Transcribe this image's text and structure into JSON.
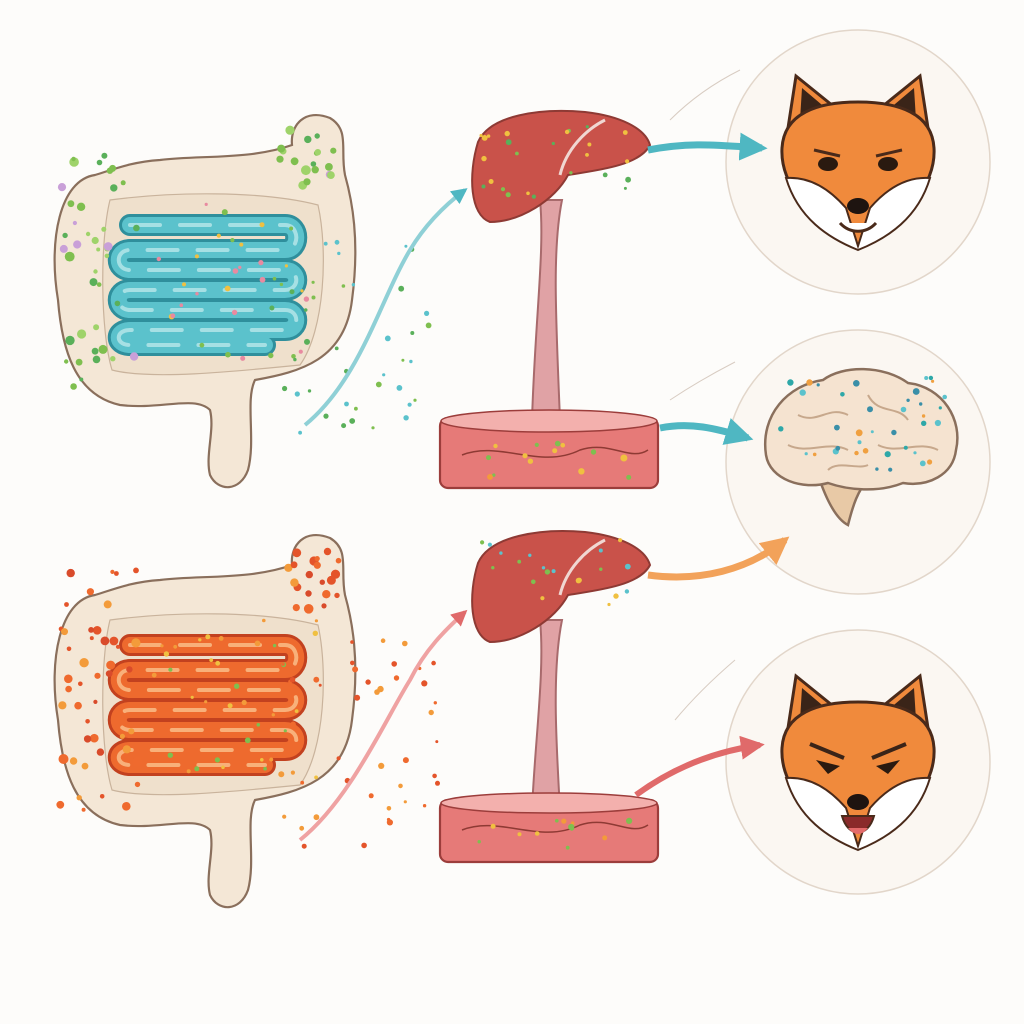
{
  "diagram": {
    "kind": "gut-liver-brain-axis illustration (textless)",
    "pathways": [
      {
        "id": "healthy",
        "gut_style": "calm",
        "microbe_palette": [
          "#7fbf4f",
          "#5ab05a",
          "#c9a0d8",
          "#9fd36a"
        ],
        "intestine_color": "#5bc2cc",
        "flow_color": "#58b8c4",
        "targets": [
          "calm-fox-face",
          "speckled-brain"
        ]
      },
      {
        "id": "inflamed",
        "gut_style": "inflamed",
        "microbe_palette": [
          "#ef6a2e",
          "#e4542a",
          "#f39b3a",
          "#d94b2b"
        ],
        "intestine_color": "#ee6a2e",
        "flow_color": "#e77a7a",
        "targets": [
          "speckled-brain",
          "aggressive-fox-face"
        ]
      }
    ],
    "colors": {
      "colon_fill": "#f4e7d6",
      "colon_stroke": "#8a6f5c",
      "liver_fill": "#c9524a",
      "stalk_fill": "#e0a2a5",
      "vessel_fill": "#e67a78",
      "fox_orange": "#f08a3c",
      "circle_fill": "#fbf7f2",
      "brain_fill": "#f5e3d0"
    },
    "icons": [
      "colon-icon",
      "liver-icon",
      "vessel-icon",
      "fox-face-icon",
      "brain-icon",
      "arrow-icon"
    ]
  }
}
